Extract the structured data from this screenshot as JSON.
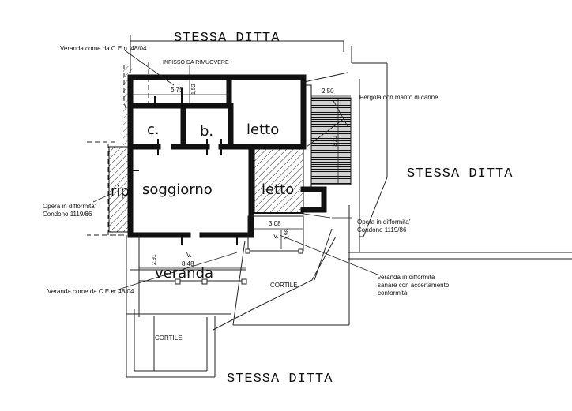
{
  "labels": {
    "top_neighbor": "STESSA DITTA",
    "right_neighbor": "STESSA DITTA",
    "bottom_neighbor": "STESSA DITTA",
    "veranda_top_note": "Veranda come da C.E.n. 48/04",
    "infisso_note": "INFISSO DA RIMUOVERE",
    "pergola_note": "Pergola con manto di canne",
    "opera_left_note_1": "Opera in difformita'",
    "opera_left_note_2": "Condono 1119/86",
    "opera_right_note_1": "Opera in difformita'",
    "opera_right_note_2": "Condono 1119/86",
    "veranda_bottom_note": "Veranda come da C.E.n. 48/04",
    "veranda_diff_note_1": "veranda in difformità",
    "veranda_diff_note_2": "sanare con accertamento",
    "veranda_diff_note_3": "conformità"
  },
  "rooms": {
    "c": "c.",
    "b": "b.",
    "letto_upper": "letto",
    "soggiorno": "soggiorno",
    "letto_lower": "letto",
    "rip": "rip",
    "veranda": "veranda",
    "cortile_right": "CORTILE",
    "cortile_bottom": "CORTILE",
    "v_small": "V.",
    "v_main": "V."
  },
  "dimensions": {
    "d575": "5,75",
    "d152": "1,52",
    "d250": "2,50",
    "d320": "3,20",
    "d308": "3,08",
    "d198": "1,98",
    "d848": "8,48",
    "d291": "2,91"
  }
}
